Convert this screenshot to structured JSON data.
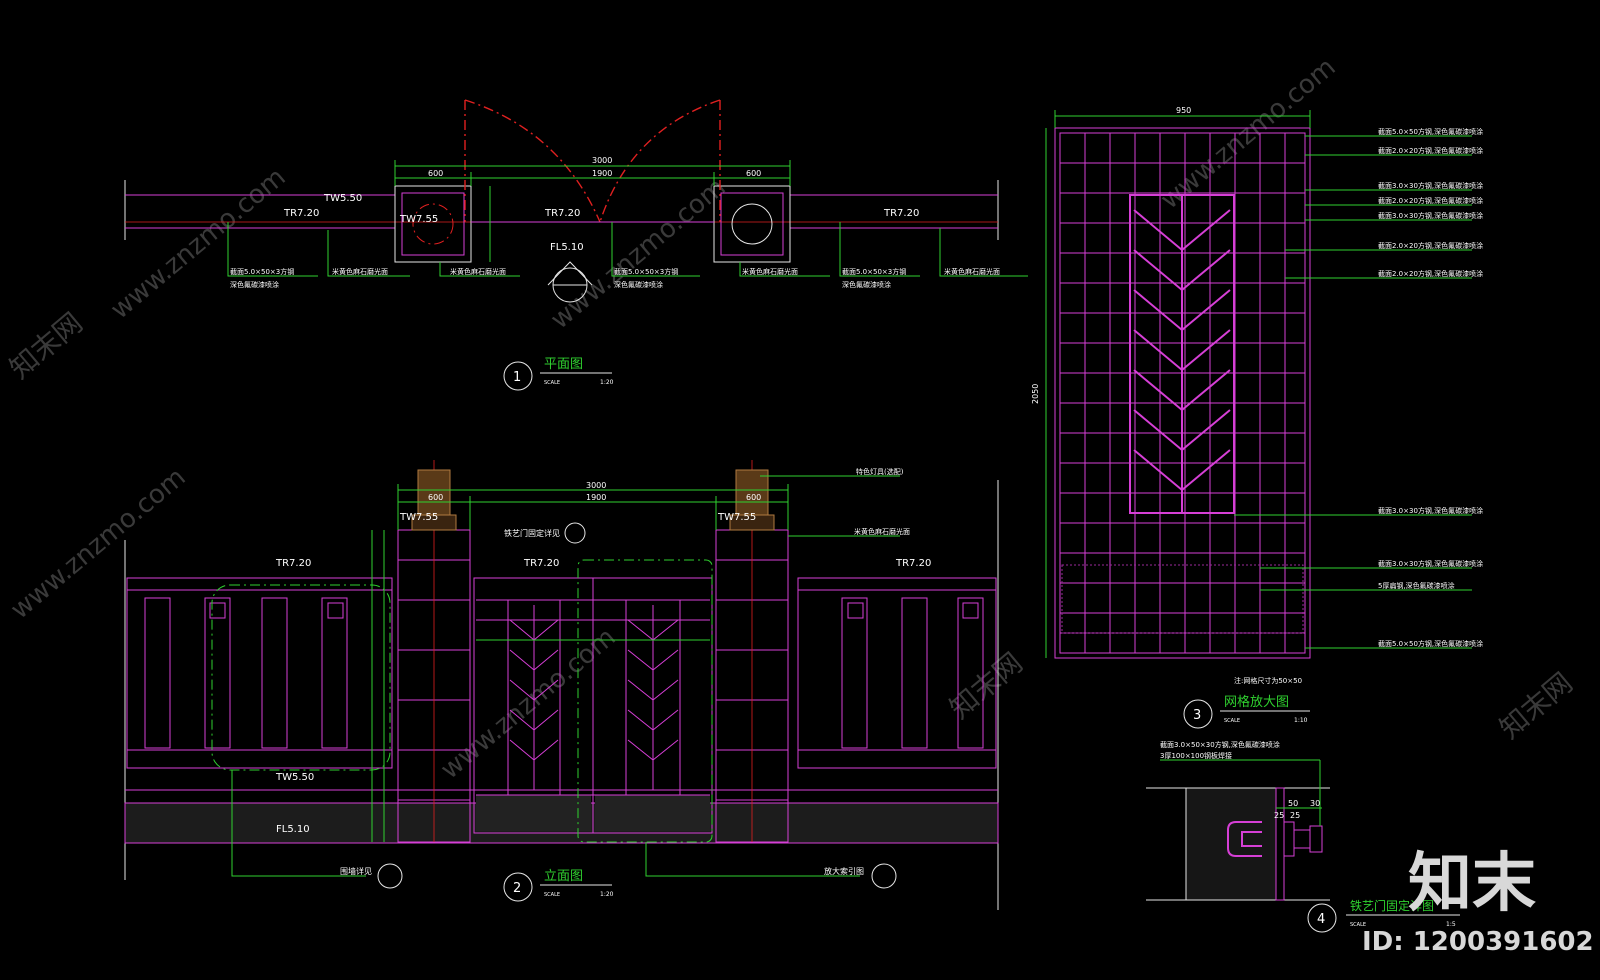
{
  "labels": {
    "tw550": "TW5.50",
    "tr720": "TR7.20",
    "tw755": "TW7.55",
    "fl510": "FL5.10"
  },
  "dims": {
    "d3000": "3000",
    "d1900": "1900",
    "d600": "600",
    "d950": "950",
    "d2050": "2050"
  },
  "views": {
    "plan": {
      "number": "1",
      "title": "平面图",
      "scale_label": "SCALE",
      "scale": "1:20"
    },
    "elevation": {
      "number": "2",
      "title": "立面图",
      "scale_label": "SCALE",
      "scale": "1:20"
    },
    "grid": {
      "number": "3",
      "title": "网格放大图",
      "scale_label": "SCALE",
      "scale": "1:10"
    },
    "fixing": {
      "number": "4",
      "title": "铁艺门固定详图",
      "scale_label": "SCALE",
      "scale": "1:5"
    }
  },
  "notes": {
    "lamp": "特色灯具(选配)",
    "stone_cap": "米黄色麻石磨光面",
    "gate_fix": "铁艺门固定详见",
    "wall_detail": "围墙详见",
    "enlarge": "放大索引图",
    "grid_size": "注:网格尺寸为50×50",
    "steel_a": "截面5.0×50×3方钢",
    "steel_b": "深色氟碳漆喷涂",
    "fix_a": "截面3.0×50×30方钢,深色氟碳漆喷涂",
    "fix_b": "3厚100×100钢板焊接",
    "grid_note_1": "截面5.0×50方钢,深色氟碳漆喷涂",
    "grid_note_2": "截面2.0×20方钢,深色氟碳漆喷涂",
    "grid_note_3": "截面3.0×30方钢,深色氟碳漆喷涂",
    "grid_note_4": "5厚扁钢,深色氟碳漆喷涂"
  },
  "watermark": {
    "site": "www.znzmo.com",
    "cn": "知末网"
  },
  "logo": {
    "text": "知末",
    "id": "ID: 1200391602"
  },
  "colors": {
    "line": "#d63fd6",
    "dim": "#2fd12f",
    "text": "#ffffff",
    "accent": "#e02020"
  }
}
